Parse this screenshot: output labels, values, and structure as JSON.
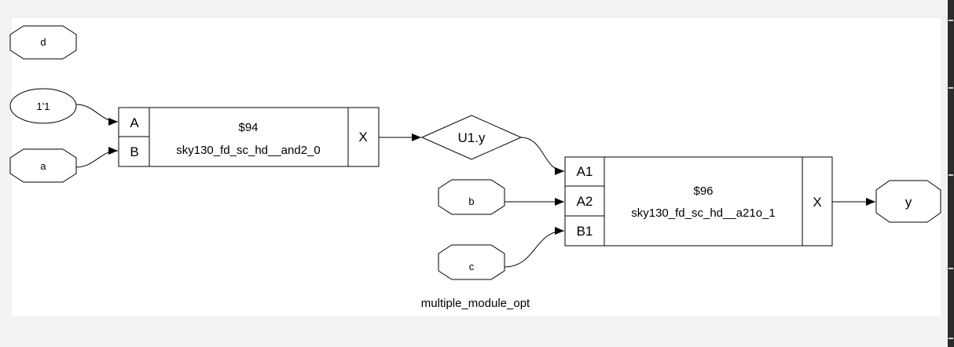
{
  "diagram": {
    "caption": "multiple_module_opt",
    "inputs": {
      "d": "d",
      "const": "1'1",
      "a": "a",
      "b": "b",
      "c": "c"
    },
    "output": "y",
    "wire_label": "U1.y",
    "cells": [
      {
        "id": "$94",
        "type": "sky130_fd_sc_hd__and2_0",
        "in_ports": [
          "A",
          "B"
        ],
        "out_port": "X"
      },
      {
        "id": "$96",
        "type": "sky130_fd_sc_hd__a21o_1",
        "in_ports": [
          "A1",
          "A2",
          "B1"
        ],
        "out_port": "X"
      }
    ]
  }
}
